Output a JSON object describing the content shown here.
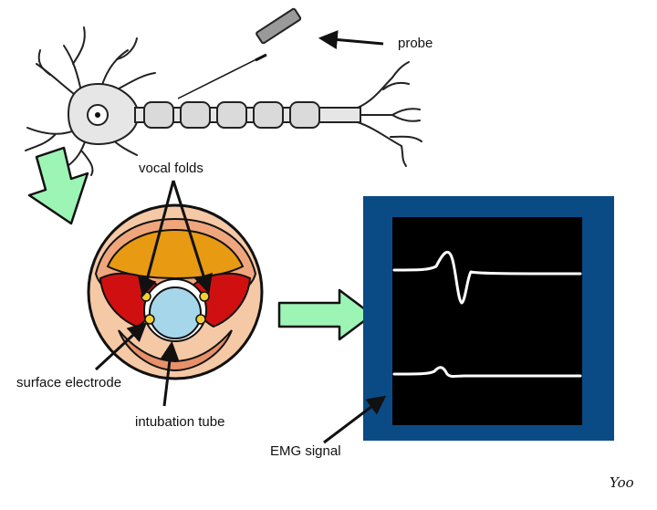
{
  "labels": {
    "probe": "probe",
    "vocal_folds": "vocal folds",
    "surface_electrode": "surface electrode",
    "intubation_tube": "intubation tube",
    "emg_signal": "EMG signal"
  },
  "signature": "Yoo",
  "colors": {
    "neuron_fill": "#e8e8e8",
    "myelin_fill": "#d9d9d9",
    "green_arrow": "#9cf5b5",
    "monitor_frame": "#0a4b86",
    "screen": "#000000",
    "trace": "#ffffff",
    "ring_outer": "#f5c9a5",
    "fold_dark_red": "#d01010",
    "fold_orange": "#e79a12",
    "tube_blue": "#a6d6ea",
    "electrode_yellow": "#f2cf37"
  },
  "icons": [
    "neuron",
    "probe-needle",
    "green-arrow",
    "larynx",
    "monitor"
  ]
}
